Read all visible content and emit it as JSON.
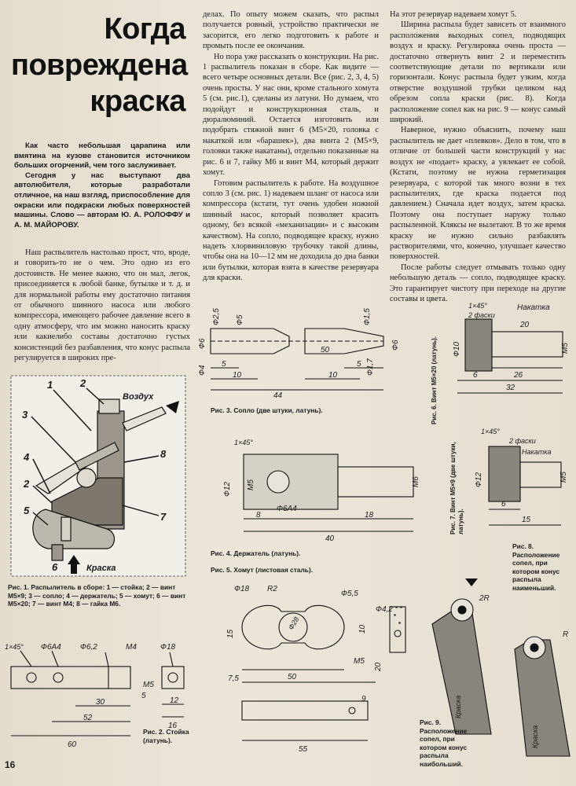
{
  "title": {
    "line1": "Когда",
    "line2": "повреждена",
    "line3": "краска"
  },
  "lead": "Как часто небольшая царапина или вмятина на кузове становится источником больших огорчений, чем того заслуживает.",
  "intro": "Сегодня у нас выступают два автолюбителя, которые разработали отличное, на наш взгляд, приспособление для окраски или подкраски любых поверхностей машины. Слово — авторам Ю. А. РОЛОФФУ и А. М. МАЙОРОВУ.",
  "col1_p1": "Наш распылитель настолько прост, что, вроде, и говорить-то не о чем. Это одно из его достоинств. Не менее важно, что он мал, легок, присоединяется к любой банке, бутылке и т. д. и для нормальной работы ему достаточно питания от обычного шинного насоса или любого компрессора, имеющего рабочее давление всего в одну атмосферу, что им можно наносить краску или какиелибо составы достаточно густых консистенций без разбавления, что конус распыла регулируется в широких пре-",
  "col2_p1": "делах. По опыту можем сказать, что распыл получается ровный, устройство практически не засорится, его легко подготовить к работе и промыть после ее окончания.",
  "col2_p2": "Но пора уже рассказать о конструкции. На рис. 1 распылитель показан в сборе. Как видите — всего четыре основных детали. Все (рис. 2, 3, 4, 5) очень просты. У нас они, кроме стального хомута 5 (см. рис.1), сделаны из латуни. Но думаем, что подойдут и конструкционная сталь, и дюралюминий. Остается изготовить или подобрать стяжной винт 6 (М5×20, головка с накаткой или «барашек»), два винта 2 (М5×9, головки также накатаны), отдельно показанные на рис. 6 и 7, гайку М6 и винт М4, который держит хомут.",
  "col2_p3": "Готовим распылитель к работе. На воздушное сопло 3 (см. рис. 1) надеваем шланг от насоса или компрессора (кстати, тут очень удобен ножной шинный насос, который позволяет красить одному, без всякой «механизации» и с высоким качеством). На сопло, подводящее краску, нужно надеть хлорвиниловую трубочку такой длины, чтобы она на 10—12 мм не доходила до дна банки или бутылки, которая взята в качестве резервуара для краски.",
  "col3_p1": "На этот резервуар надеваем хомут 5.",
  "col3_p2": "Ширина распыла будет зависеть от взаимного расположения выходных сопел, подводящих воздух и краску. Регулировка очень проста — достаточно отвернуть винт 2 и переместить соответствующие детали по вертикали или горизонтали. Конус распыла будет узким, когда отверстие воздушной трубки целиком над обрезом сопла краски (рис. 8). Когда расположение сопел как на рис. 9 — конус самый широкий.",
  "col3_p3": "Наверное, нужно объяснить, почему наш распылитель не дает «плевков». Дело в том, что в отличие от большей части конструкций у нас воздух не «подает» краску, а увлекает ее собой. (Кстати, поэтому не нужна герметизация резервуара, с которой так много возни в тех распылителях, где краска подается под давлением.) Сначала идет воздух, затем краска. Поэтому она поступает наружу только распыленной. Кляксы не вылетают. В то же время краску не нужно сильно разбавлять растворителями, что, конечно, улучшает качество поверхностей.",
  "col3_p4": "После работы следует отмывать только одну небольшую деталь — сопло, подводящее краску. Это гарантирует чистоту при переходе на другие составы и цвета.",
  "captions": {
    "fig1": "Рис. 1. Распылитель в сборе: 1 — стойка; 2 — винт М5×9; 3 — сопло; 4 — держатель; 5 — хомут; 6 — винт М5×20; 7 — винт М4; 8 — гайка М6.",
    "fig2": "Рис. 2. Стойка (латунь).",
    "fig3": "Рис. 3. Сопло (две штуки, латунь).",
    "fig4": "Рис. 4. Держатель (латунь).",
    "fig5": "Рис. 5. Хомут (листовая сталь).",
    "fig6": "Рис. 6. Винт М5×20 (латунь).",
    "fig7": "Рис. 7. Винт М5×9 (две штуки, латунь).",
    "fig8": "Рис. 8. Расположение сопел, при котором конус распыла наименьший.",
    "fig9": "Рис. 9. Расположение сопел, при котором конус распыла наибольший."
  },
  "fig1_labels": {
    "n1": "1",
    "n2": "2",
    "n3": "3",
    "n4": "4",
    "n2b": "2",
    "n5": "5",
    "n6": "6",
    "n7": "7",
    "n8": "8",
    "air": "Воздух",
    "paint": "Краска"
  },
  "fig2_dims": {
    "chamfer": "1×45°",
    "d1": "Ф6А4",
    "d2": "Ф6,2",
    "m4": "М4",
    "d18": "Ф18",
    "m5": "М5",
    "l5": "5",
    "l30": "30",
    "l52": "52",
    "l60": "60",
    "l12": "12",
    "l16": "16"
  },
  "fig3_dims": {
    "d25": "Ф2,5",
    "d5": "Ф5",
    "d6": "Ф6",
    "d4": "Ф4",
    "d15": "Ф1,5",
    "d6r": "Ф6",
    "d17": "Ф1,7",
    "l5a": "5",
    "l10a": "10",
    "l44": "44",
    "l50": "50",
    "l10b": "10",
    "l5b": "5"
  },
  "fig4_dims": {
    "chamfer": "1×45°",
    "d12": "Ф12",
    "m5": "М5",
    "m6": "М6",
    "l8": "8",
    "l18": "18",
    "l40": "40",
    "d6a4": "Ф6А4"
  },
  "fig5_dims": {
    "d18": "Ф18",
    "r2": "R2",
    "d55": "Ф5,5",
    "d42": "Ф4,2",
    "l15": "15",
    "l10": "10",
    "l75": "7,5",
    "l50": "50",
    "l20": "20",
    "l28": "Ф28",
    "m5": "М5",
    "l55": "55",
    "l9": "9"
  },
  "fig6_dims": {
    "chamfer": "1×45°",
    "fasks": "2 фаски",
    "knurl": "Накатка",
    "l20": "20",
    "d10": "Ф10",
    "m5": "М5",
    "l26": "26",
    "l32": "32",
    "l6": "6"
  },
  "fig7_dims": {
    "chamfer": "1×45°",
    "fasks": "2 фаски",
    "knurl": "Накатка",
    "d12": "Ф12",
    "m5": "М5",
    "l6": "6",
    "l15": "15"
  },
  "fig89_labels": {
    "paint8": "Краска",
    "paint9": "Краска",
    "r8": "2R",
    "r9": "R"
  },
  "page_number": "16"
}
